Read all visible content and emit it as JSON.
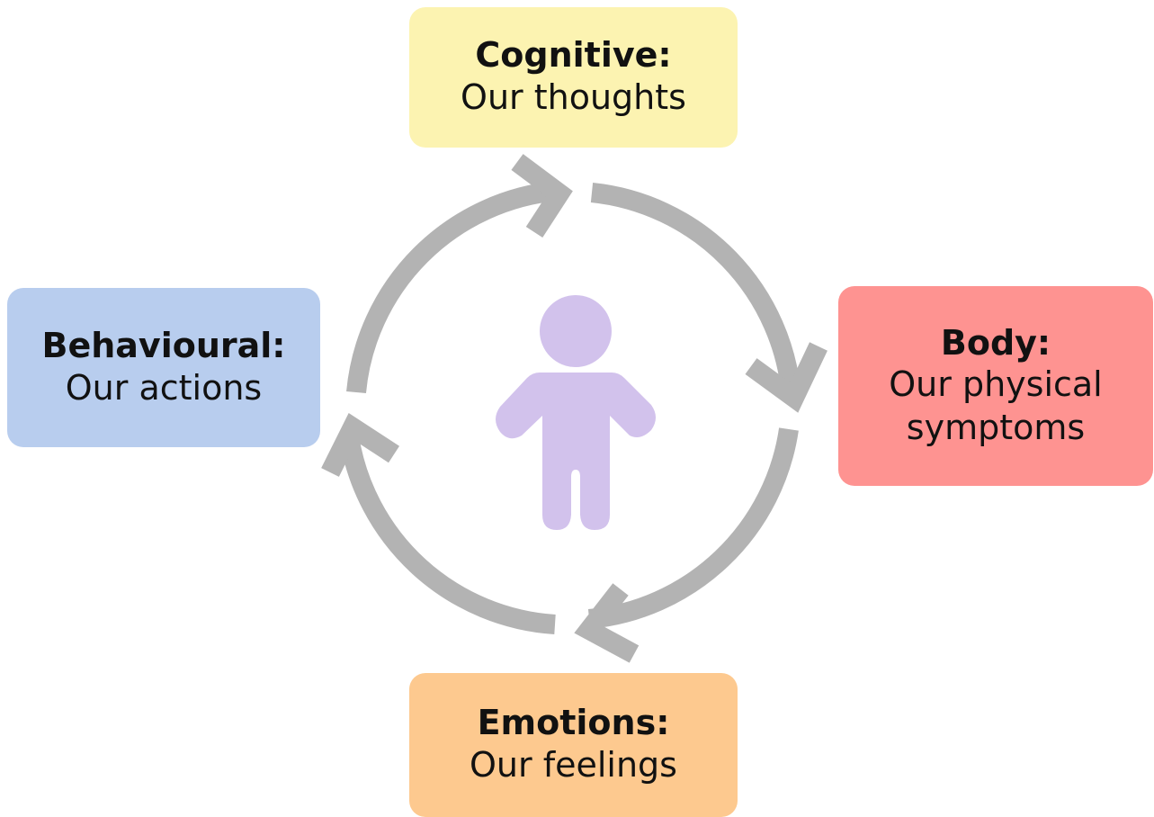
{
  "colors": {
    "arrow": "#b3b3b3",
    "person": "#d2c2ec",
    "cognitive_bg": "#fcf3b1",
    "body_bg": "#fe9391",
    "emotions_bg": "#fdc98f",
    "behavioural_bg": "#b8cdee"
  },
  "center_icon": "person-icon",
  "nodes": {
    "cognitive": {
      "title": "Cognitive:",
      "desc": "Our thoughts"
    },
    "body": {
      "title": "Body:",
      "desc_line1": "Our physical",
      "desc_line2": "symptoms"
    },
    "emotions": {
      "title": "Emotions:",
      "desc": "Our feelings"
    },
    "behavioural": {
      "title": "Behavioural:",
      "desc": "Our actions"
    }
  }
}
